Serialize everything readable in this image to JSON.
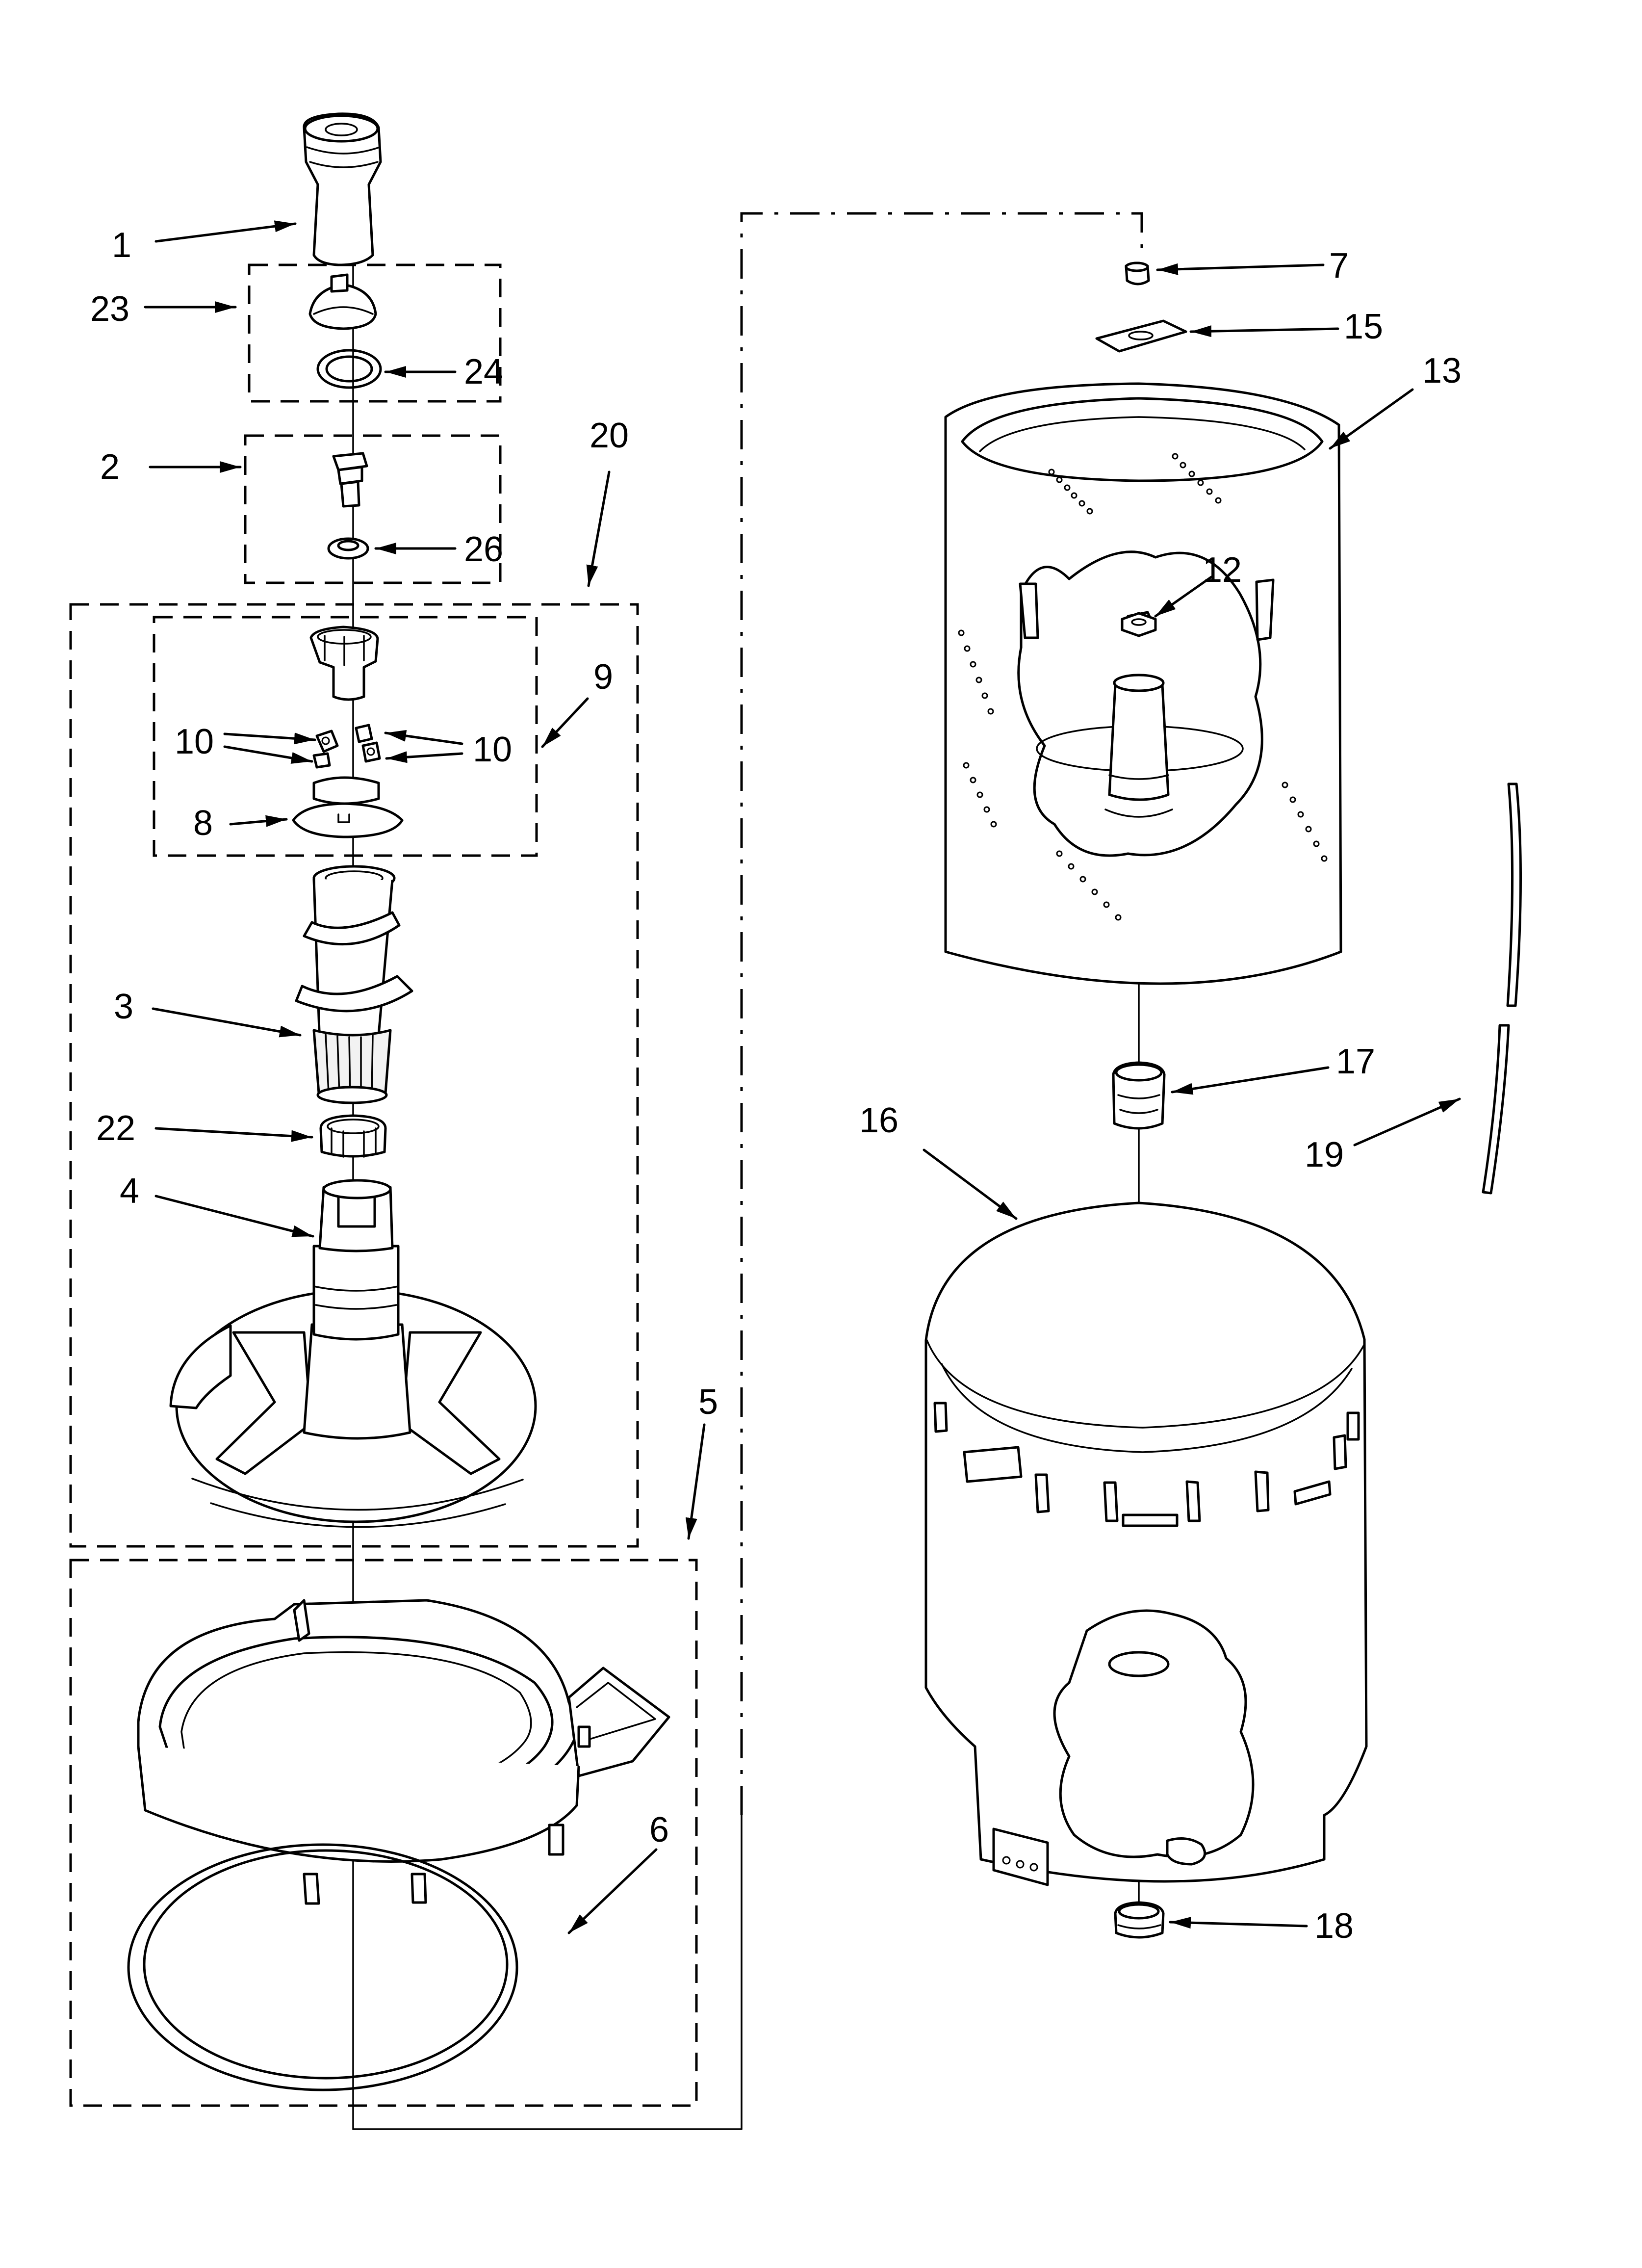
{
  "callouts": [
    {
      "id": "c1",
      "text": "1"
    },
    {
      "id": "c2",
      "text": "2"
    },
    {
      "id": "c3",
      "text": "3"
    },
    {
      "id": "c4",
      "text": "4"
    },
    {
      "id": "c5",
      "text": "5"
    },
    {
      "id": "c6",
      "text": "6"
    },
    {
      "id": "c7",
      "text": "7"
    },
    {
      "id": "c8",
      "text": "8"
    },
    {
      "id": "c9",
      "text": "9"
    },
    {
      "id": "c10a",
      "text": "10"
    },
    {
      "id": "c10b",
      "text": "10"
    },
    {
      "id": "c12",
      "text": "12"
    },
    {
      "id": "c13",
      "text": "13"
    },
    {
      "id": "c15",
      "text": "15"
    },
    {
      "id": "c16",
      "text": "16"
    },
    {
      "id": "c17",
      "text": "17"
    },
    {
      "id": "c18",
      "text": "18"
    },
    {
      "id": "c19",
      "text": "19"
    },
    {
      "id": "c20",
      "text": "20"
    },
    {
      "id": "c22",
      "text": "22"
    },
    {
      "id": "c23",
      "text": "23"
    },
    {
      "id": "c24",
      "text": "24"
    },
    {
      "id": "c26",
      "text": "26"
    }
  ]
}
